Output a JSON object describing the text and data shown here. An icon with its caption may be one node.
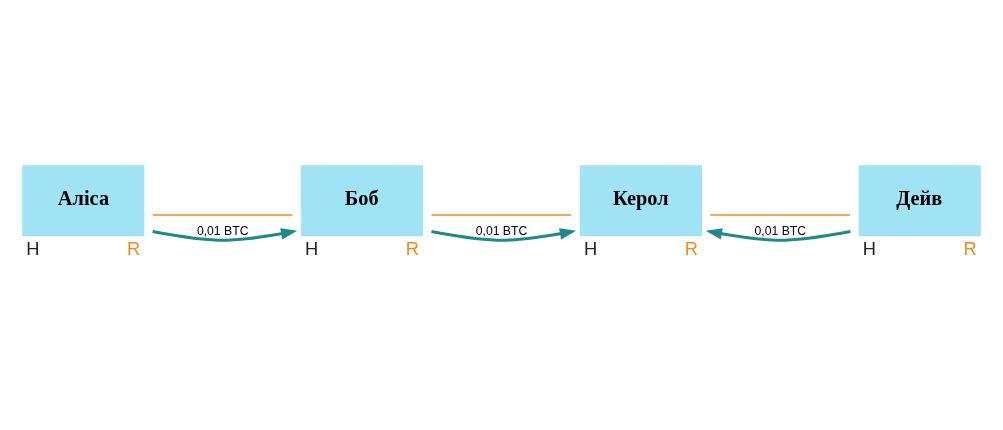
{
  "diagram": {
    "nodes": [
      {
        "text": [
          "Аліса"
        ],
        "beside": [
          "H",
          "R"
        ]
      },
      {
        "text": [
          "Боб"
        ],
        "beside": [
          "H",
          "R"
        ]
      },
      {
        "text": [
          "Керол"
        ],
        "beside": [
          "H",
          "R"
        ]
      },
      {
        "text": [
          "Дейв"
        ],
        "beside": [
          "H",
          "R"
        ]
      }
    ],
    "edges": [
      {
        "from": 0,
        "to": 1,
        "arrow": "none",
        "color": "#f08c1e"
      },
      {
        "from": 1,
        "to": 2,
        "arrow": "none",
        "color": "#f08c1e"
      },
      {
        "from": 2,
        "to": 3,
        "arrow": "none",
        "color": "#f08c1e"
      },
      {
        "from": 0,
        "to": 1,
        "arrow": "to",
        "label": "0,01 BTC",
        "style": "thick",
        "color": "#1e8a8a"
      },
      {
        "from": 1,
        "to": 2,
        "arrow": "to",
        "label": "0,01 BTC",
        "style": "thick",
        "color": "#1e8a8a"
      },
      {
        "from": 3,
        "to": 2,
        "arrow": "to",
        "label": "0,01 BTC",
        "style": "thick",
        "color": "#1e8a8a"
      }
    ]
  }
}
